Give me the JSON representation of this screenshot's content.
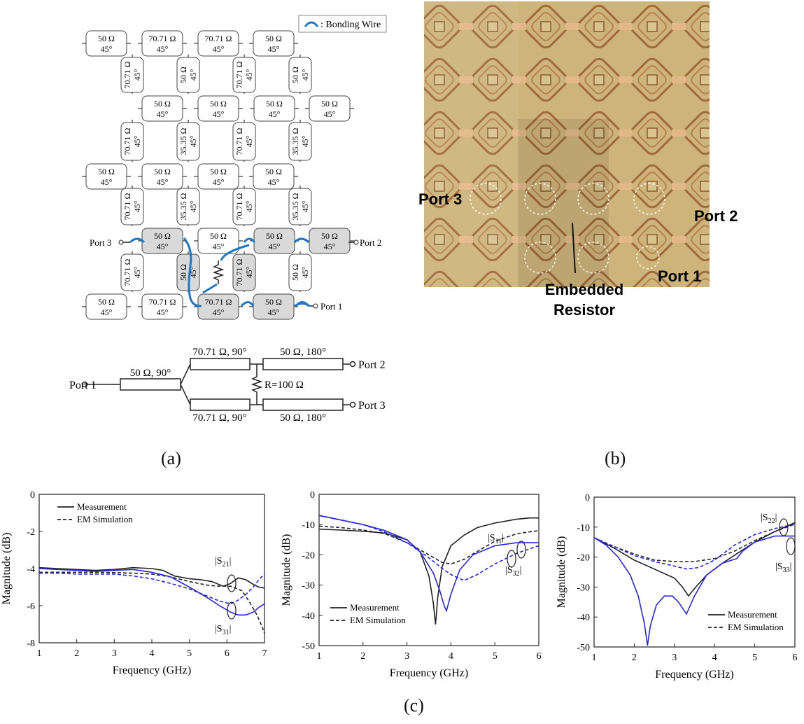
{
  "labels": {
    "panel_a": "(a)",
    "panel_b": "(b)",
    "panel_c": "(c)"
  },
  "grid": {
    "legend": ": Bonding Wire",
    "deg45": "45°",
    "row1": [
      "50 Ω",
      "70.71 Ω",
      "70.71 Ω",
      "50 Ω"
    ],
    "row2": [
      "70.71 Ω",
      "50 Ω",
      "70.71 Ω",
      "50 Ω"
    ],
    "row3": [
      "50 Ω",
      "50 Ω",
      "50 Ω",
      "50 Ω"
    ],
    "row4": [
      "70.71 Ω",
      "35.35 Ω",
      "70.71 Ω",
      "35.35 Ω"
    ],
    "row5": [
      "50 Ω",
      "50 Ω",
      "50 Ω",
      "50 Ω"
    ],
    "row6": [
      "70.71 Ω",
      "35.35 Ω",
      "70.71 Ω",
      "35.35 Ω"
    ],
    "row7": [
      "50 Ω",
      "50 Ω",
      "50 Ω",
      "50 Ω"
    ],
    "row8": [
      "70.71 Ω",
      "50 Ω",
      "70.71 Ω",
      "50 Ω"
    ],
    "row9": [
      "50 Ω",
      "70.71 Ω",
      "70.71 Ω",
      "50 Ω"
    ],
    "port1": "Port 1",
    "port2": "Port 2",
    "port3": "Port 3"
  },
  "schematic": {
    "port1": "Port 1",
    "port2": "Port 2",
    "port3": "Port 3",
    "input_line": "50 Ω, 90°",
    "upper_branch": "70.71 Ω, 90°",
    "lower_branch": "70.71 Ω, 90°",
    "upper_output": "50 Ω, 180°",
    "lower_output": "50 Ω, 180°",
    "resistor": "R=100 Ω"
  },
  "photo": {
    "port1": "Port 1",
    "port2": "Port 2",
    "port3": "Port 3",
    "resistor_l1": "Embedded",
    "resistor_l2": "Resistor"
  },
  "chart_data": [
    {
      "type": "line",
      "xlabel": "Frequency (GHz)",
      "ylabel": "Magnitude (dB)",
      "xlim": [
        1,
        7
      ],
      "ylim": [
        -8,
        0
      ],
      "xticks": [
        "1",
        "2",
        "3",
        "4",
        "5",
        "6",
        "7"
      ],
      "yticks": [
        "0",
        "-2",
        "-4",
        "-6",
        "-8"
      ],
      "legend": [
        "Measurement",
        "EM Simulation"
      ],
      "annotations": [
        "|S21|",
        "|S31|"
      ],
      "series": [
        {
          "color": "#222222",
          "dash": false,
          "x": [
            1,
            1.5,
            2,
            2.5,
            3,
            3.5,
            4,
            4.3,
            4.6,
            5,
            5.3,
            5.6,
            5.9,
            6.1,
            6.3,
            6.5,
            6.7,
            6.85,
            7
          ],
          "y": [
            -3.95,
            -4.0,
            -4.05,
            -4.1,
            -4.05,
            -3.95,
            -4.0,
            -4.1,
            -4.4,
            -4.55,
            -4.6,
            -4.7,
            -4.95,
            -4.8,
            -4.5,
            -4.6,
            -4.85,
            -5.0,
            -5.05
          ]
        },
        {
          "color": "#222222",
          "dash": true,
          "x": [
            1,
            1.5,
            2,
            2.5,
            3,
            3.5,
            4,
            4.5,
            5,
            5.5,
            5.8,
            6.1,
            6.4,
            6.6,
            6.8,
            6.95,
            7
          ],
          "y": [
            -4.2,
            -4.2,
            -4.2,
            -4.2,
            -4.22,
            -4.25,
            -4.3,
            -4.45,
            -4.7,
            -4.9,
            -4.95,
            -4.95,
            -5.2,
            -5.8,
            -6.5,
            -7.2,
            -7.5
          ]
        },
        {
          "color": "#2626e6",
          "dash": false,
          "x": [
            1,
            1.5,
            2,
            2.5,
            3,
            3.5,
            4,
            4.5,
            5,
            5.5,
            5.8,
            6.1,
            6.3,
            6.5,
            6.7,
            6.85,
            7
          ],
          "y": [
            -4.0,
            -4.05,
            -4.1,
            -4.15,
            -4.1,
            -4.05,
            -4.2,
            -4.45,
            -5.0,
            -5.6,
            -6.0,
            -6.35,
            -6.5,
            -6.5,
            -6.35,
            -6.1,
            -5.9
          ]
        },
        {
          "color": "#2626e6",
          "dash": true,
          "x": [
            1,
            1.5,
            2,
            2.5,
            3,
            3.5,
            4,
            4.5,
            5,
            5.5,
            5.8,
            6.1,
            6.3,
            6.5,
            6.7,
            6.85,
            7
          ],
          "y": [
            -4.25,
            -4.25,
            -4.3,
            -4.3,
            -4.3,
            -4.4,
            -4.55,
            -4.8,
            -5.1,
            -5.5,
            -5.75,
            -5.9,
            -5.7,
            -5.4,
            -5.0,
            -4.6,
            -4.3
          ]
        }
      ]
    },
    {
      "type": "line",
      "xlabel": "Frequency (GHz)",
      "ylabel": "Magnitude (dB)",
      "xlim": [
        1,
        6
      ],
      "ylim": [
        -50,
        0
      ],
      "xticks": [
        "1",
        "2",
        "3",
        "4",
        "5",
        "6"
      ],
      "yticks": [
        "0",
        "-10",
        "-20",
        "-30",
        "-40",
        "-50"
      ],
      "legend": [
        "Measurement",
        "EM Simulation"
      ],
      "annotations": [
        "|S11|",
        "|S32|"
      ],
      "series": [
        {
          "color": "#222222",
          "dash": false,
          "x": [
            1,
            1.5,
            2,
            2.5,
            3,
            3.3,
            3.5,
            3.6,
            3.65,
            3.7,
            3.8,
            4,
            4.3,
            4.6,
            5,
            5.5,
            5.8,
            6
          ],
          "y": [
            -11.5,
            -11.8,
            -12.2,
            -12.8,
            -15,
            -19,
            -27,
            -36,
            -43,
            -34,
            -24,
            -17,
            -13.5,
            -11,
            -9.5,
            -8.2,
            -7.8,
            -7.8
          ]
        },
        {
          "color": "#222222",
          "dash": true,
          "x": [
            1,
            1.5,
            2,
            2.5,
            3,
            3.5,
            3.8,
            4,
            4.3,
            4.7,
            5,
            5.5,
            6
          ],
          "y": [
            -10.5,
            -11,
            -11.8,
            -13,
            -16,
            -20,
            -22.5,
            -23,
            -21.5,
            -18,
            -15.5,
            -13,
            -12
          ]
        },
        {
          "color": "#2626e6",
          "dash": false,
          "x": [
            1,
            1.5,
            2,
            2.5,
            3,
            3.3,
            3.6,
            3.75,
            3.85,
            3.9,
            4,
            4.2,
            4.5,
            5,
            5.5,
            6
          ],
          "y": [
            -7,
            -8.5,
            -10,
            -12,
            -15,
            -19,
            -26,
            -32,
            -37,
            -38.5,
            -33,
            -25,
            -20,
            -17,
            -16,
            -16
          ]
        },
        {
          "color": "#2626e6",
          "dash": true,
          "x": [
            1,
            1.5,
            2,
            2.5,
            3,
            3.5,
            3.8,
            4,
            4.3,
            4.6,
            5,
            5.5,
            6
          ],
          "y": [
            -7,
            -8.5,
            -10,
            -12.5,
            -16,
            -21,
            -24.5,
            -26.5,
            -28.5,
            -26.5,
            -23,
            -19.5,
            -17
          ]
        }
      ]
    },
    {
      "type": "line",
      "xlabel": "Frequency (GHz)",
      "ylabel": "Magnitude (dB)",
      "xlim": [
        1,
        6
      ],
      "ylim": [
        -50,
        0
      ],
      "xticks": [
        "1",
        "2",
        "3",
        "4",
        "5",
        "6"
      ],
      "yticks": [
        "0",
        "-10",
        "-20",
        "-30",
        "-40",
        "-50"
      ],
      "legend": [
        "Measurement",
        "EM Simulation"
      ],
      "annotations": [
        "|S22|",
        "|S33|"
      ],
      "series": [
        {
          "color": "#222222",
          "dash": false,
          "x": [
            1,
            1.5,
            2,
            2.5,
            3,
            3.2,
            3.35,
            3.5,
            3.8,
            4.2,
            4.6,
            5,
            5.5,
            6
          ],
          "y": [
            -13.5,
            -17,
            -21,
            -24,
            -27,
            -30,
            -33,
            -30.5,
            -26,
            -22,
            -18.5,
            -15,
            -11.5,
            -8.5
          ]
        },
        {
          "color": "#222222",
          "dash": true,
          "x": [
            1,
            1.5,
            2,
            2.5,
            3,
            3.5,
            4,
            4.5,
            5,
            5.5,
            6
          ],
          "y": [
            -13.5,
            -16.5,
            -19,
            -21,
            -21.5,
            -21.5,
            -20.5,
            -18,
            -14.5,
            -11.5,
            -9
          ]
        },
        {
          "color": "#2626e6",
          "dash": false,
          "x": [
            1,
            1.3,
            1.6,
            1.9,
            2.1,
            2.25,
            2.33,
            2.4,
            2.55,
            2.75,
            2.95,
            3.1,
            3.3,
            3.5,
            3.8,
            4.2,
            4.55,
            4.7,
            5,
            5.5,
            6
          ],
          "y": [
            -13.5,
            -16,
            -20,
            -26,
            -33,
            -42,
            -49.5,
            -43,
            -36,
            -33,
            -33,
            -35,
            -39,
            -33,
            -26,
            -22,
            -20.5,
            -18,
            -15,
            -13,
            -13
          ]
        },
        {
          "color": "#2626e6",
          "dash": true,
          "x": [
            1,
            1.5,
            2,
            2.5,
            3,
            3.3,
            3.6,
            4,
            4.5,
            5,
            5.5,
            6
          ],
          "y": [
            -13.5,
            -16.5,
            -19.5,
            -21.5,
            -23,
            -24,
            -23.5,
            -21,
            -16,
            -12.5,
            -10.5,
            -9
          ]
        }
      ]
    }
  ]
}
